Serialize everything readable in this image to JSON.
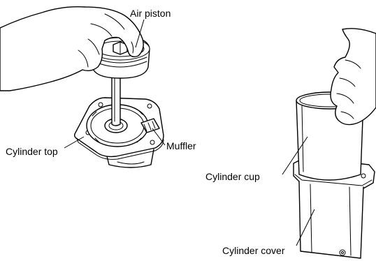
{
  "figure": {
    "labels": {
      "air_piston": "Air piston",
      "muffler": "Muffler",
      "cylinder_top": "Cylinder top",
      "cylinder_cup": "Cylinder cup",
      "cylinder_cover": "Cylinder cover"
    },
    "colors": {
      "ink": "#000000",
      "background": "#ffffff"
    }
  }
}
